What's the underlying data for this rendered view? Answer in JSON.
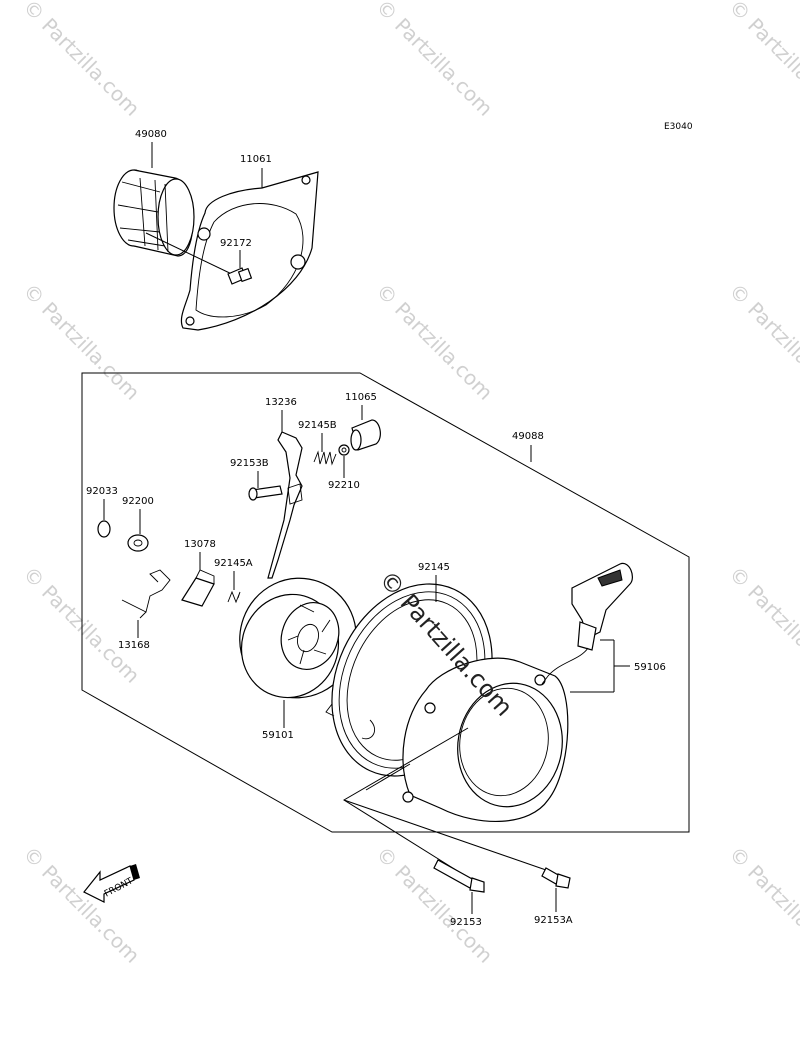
{
  "diagram": {
    "code": "E3040",
    "front_label": "FRONT",
    "watermark": "© Partzilla.com",
    "labels": {
      "p49080": "49080",
      "p11061": "11061",
      "p92172": "92172",
      "p13236": "13236",
      "p11065": "11065",
      "p92145B": "92145B",
      "p49088": "49088",
      "p92153B": "92153B",
      "p92210": "92210",
      "p92033": "92033",
      "p92200": "92200",
      "p13078": "13078",
      "p92145A": "92145A",
      "p92145": "92145",
      "p13168": "13168",
      "p59106": "59106",
      "p59101": "59101",
      "p92153": "92153",
      "p92153A": "92153A"
    }
  }
}
